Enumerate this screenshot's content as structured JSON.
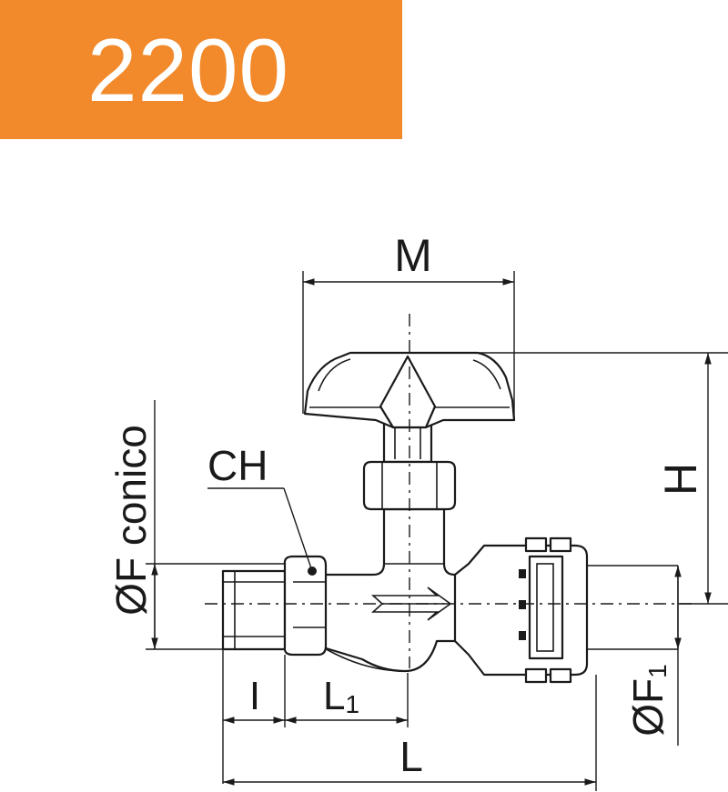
{
  "header": {
    "code": "2200",
    "color": "#f28a2b"
  },
  "diagram": {
    "labels": {
      "M": "M",
      "H": "H",
      "CH": "CH",
      "F_conico": "ØF conico",
      "I": "I",
      "L1_base": "L",
      "L1_sub": "1",
      "L": "L",
      "F1_base": "ØF",
      "F1_sub": "1"
    }
  }
}
